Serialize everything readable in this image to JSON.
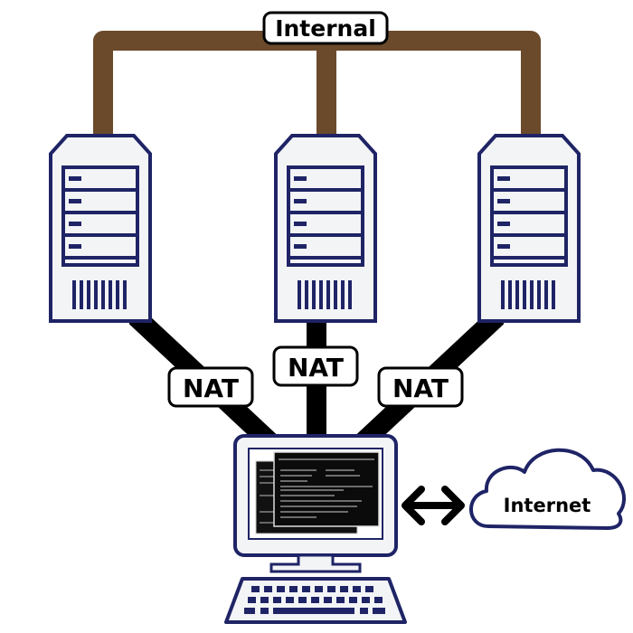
{
  "diagram": {
    "internal_label": "Internal",
    "nat_labels": [
      "NAT",
      "NAT",
      "NAT"
    ],
    "internet_label": "Internet"
  },
  "colors": {
    "internal_link": "#6b4a2b",
    "nat_link": "#000000",
    "device_outline": "#1f2466",
    "server_body": "#f3f4f6",
    "screen": "#0b0b0b",
    "cloud_outline": "#1f2466"
  },
  "icons": {
    "servers": [
      "server-icon",
      "server-icon",
      "server-icon"
    ],
    "workstation": "computer-icon",
    "keyboard": "keyboard-icon",
    "cloud": "cloud-icon",
    "arrow": "double-arrow-icon"
  }
}
